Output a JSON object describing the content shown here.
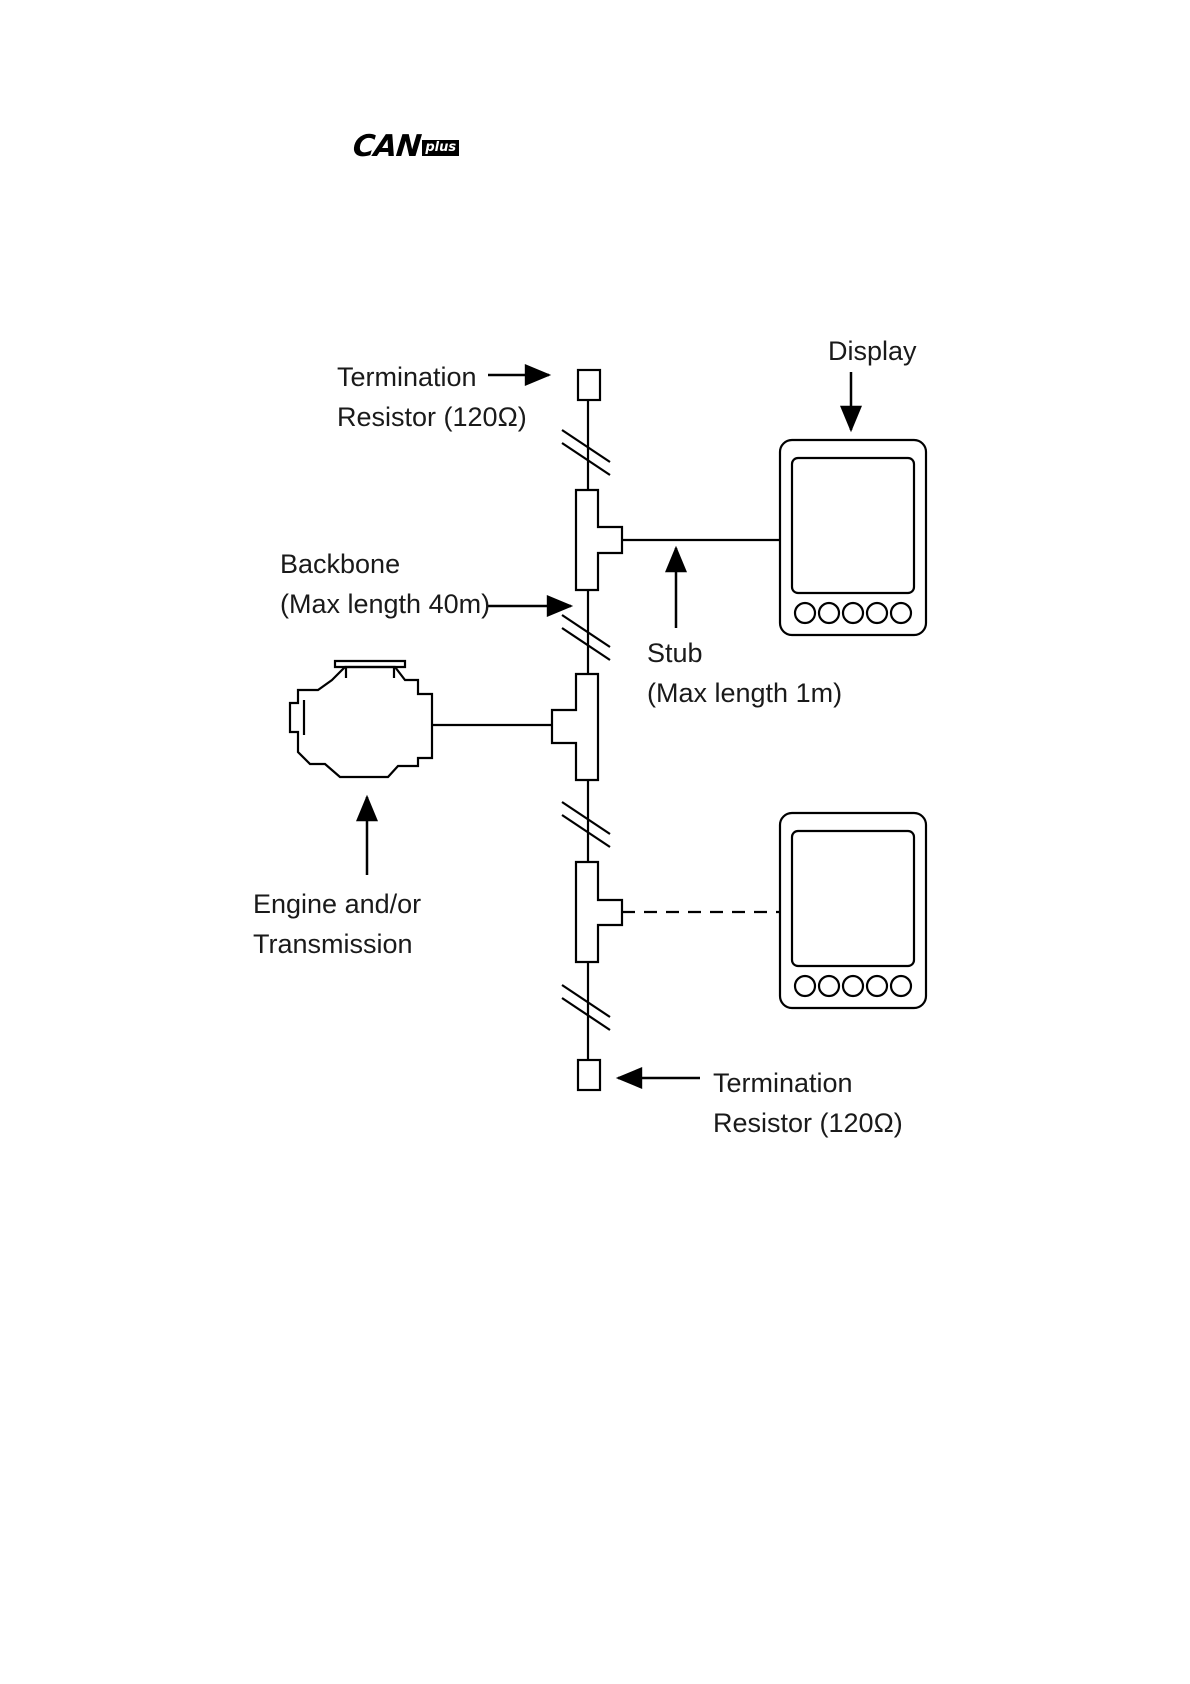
{
  "logo": {
    "main": "CAN",
    "badge": "plus"
  },
  "labels": {
    "termination_top": [
      "Termination",
      "Resistor (120Ω)"
    ],
    "display": "Display",
    "backbone": [
      "Backbone",
      "(Max length 40m)"
    ],
    "stub": [
      "Stub",
      "(Max length 1m)"
    ],
    "engine": [
      "Engine and/or",
      "Transmission"
    ],
    "termination_bottom": [
      "Termination",
      "Resistor (120Ω)"
    ]
  }
}
